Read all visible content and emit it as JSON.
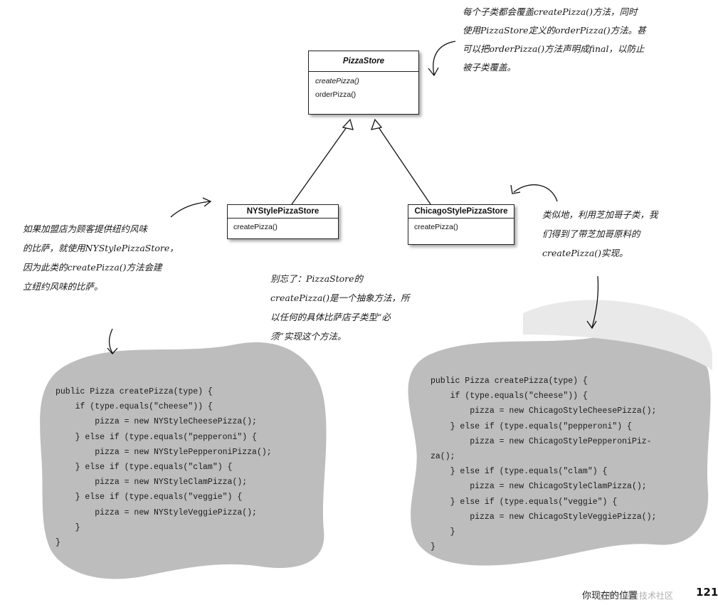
{
  "uml": {
    "pizza_store": {
      "name": "PizzaStore",
      "methods": [
        "createPizza()",
        "orderPizza()"
      ]
    },
    "ny_store": {
      "name": "NYStylePizzaStore",
      "methods": [
        "createPizza()"
      ]
    },
    "chicago_store": {
      "name": "ChicagoStylePizzaStore",
      "methods": [
        "createPizza()"
      ]
    }
  },
  "notes": {
    "top": "每个子类都会覆盖createPizza()方法，同时\n使用PizzaStore定义的orderPizza()方法。甚\n可以把orderPizza()方法声明成final，以防止\n被子类覆盖。",
    "left": "如果加盟店为顾客提供纽约风味\n的比萨，就使用NYStylePizzaStore，\n因为此类的createPizza()方法会建\n立纽约风味的比萨。",
    "middle": "别忘了：PizzaStore的\ncreatePizza()是一个抽象方法，所\n以任何的具体比萨店子类型“必\n须”实现这个方法。",
    "right": "类似地，利用芝加哥子类，我\n们得到了带芝加哥原料的\ncreatePizza()实现。"
  },
  "code": {
    "ny": "public Pizza createPizza(type) {\n    if (type.equals(\"cheese\")) {\n        pizza = new NYStyleCheesePizza();\n    } else if (type.equals(\"pepperoni\") {\n        pizza = new NYStylePepperoniPizza();\n    } else if (type.equals(\"clam\") {\n        pizza = new NYStyleClamPizza();\n    } else if (type.equals(\"veggie\") {\n        pizza = new NYStyleVeggiePizza();\n    }\n}",
    "chicago": "public Pizza createPizza(type) {\n    if (type.equals(\"cheese\")) {\n        pizza = new ChicagoStyleCheesePizza();\n    } else if (type.equals(\"pepperoni\") {\n        pizza = new ChicagoStylePepperoniPiz-\nza();\n    } else if (type.equals(\"clam\") {\n        pizza = new ChicagoStyleClamPizza();\n    } else if (type.equals(\"veggie\") {\n        pizza = new ChicagoStyleVeggiePizza();\n    }\n}"
  },
  "footer": {
    "label": "你现在的位置",
    "page": "121",
    "watermark": "@稀土掘金技术社区"
  },
  "colors": {
    "blob": "#bdbdbd",
    "ink": "#111111"
  }
}
